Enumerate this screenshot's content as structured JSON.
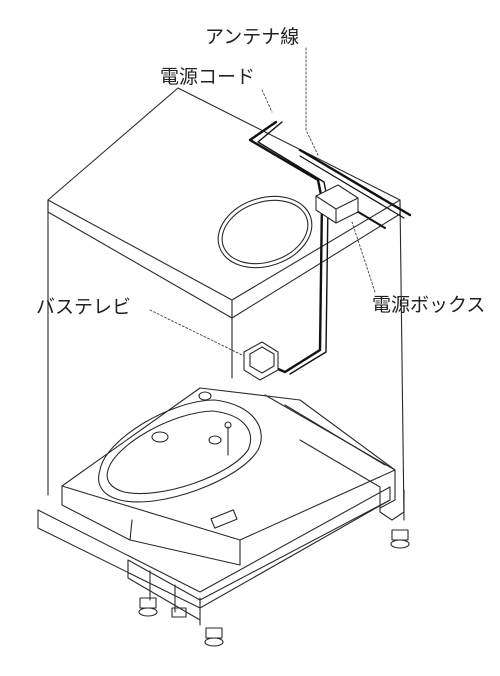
{
  "diagram": {
    "labels": {
      "antenna_cable": "アンテナ線",
      "power_cord": "電源コード",
      "bath_tv": "バステレビ",
      "power_box": "電源ボックス"
    },
    "colors": {
      "line": "#2a2a2a",
      "cable": "#111111",
      "background": "#ffffff"
    }
  }
}
